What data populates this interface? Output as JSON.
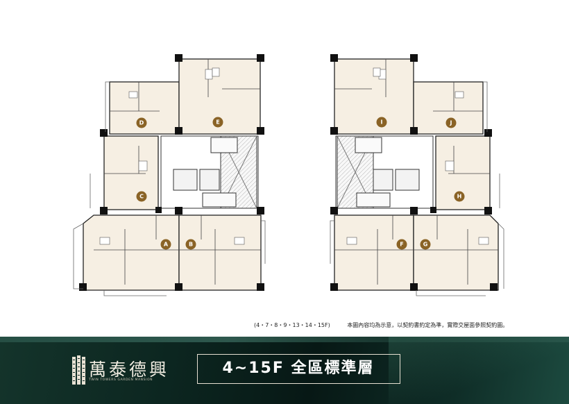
{
  "brand": {
    "name": "萬泰德興",
    "tagline": "TWIN TOWERS GARDEN MANSION"
  },
  "title": "4~15F 全區標準層",
  "footer": {
    "floors": "(4・7・8・9・13・14・15F)",
    "disclaimer": "本圖內容均為示意，以契約書約定為準，實際交屋面參照契約圖。"
  },
  "colors": {
    "unit_fill": "#f6efe3",
    "marker": "#8a6326",
    "wall": "#1a1a1a",
    "band": "#0c2620"
  },
  "units_left": [
    "A",
    "B",
    "C",
    "D",
    "E"
  ],
  "units_right": [
    "F",
    "G",
    "H",
    "I",
    "J"
  ]
}
